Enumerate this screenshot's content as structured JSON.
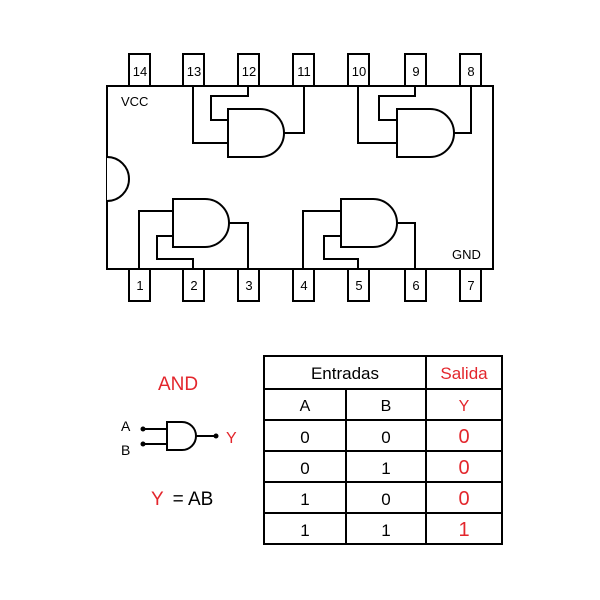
{
  "chip": {
    "vcc_label": "VCC",
    "gnd_label": "GND",
    "top_pins": [
      "14",
      "13",
      "12",
      "11",
      "10",
      "9",
      "8"
    ],
    "bottom_pins": [
      "1",
      "2",
      "3",
      "4",
      "5",
      "6",
      "7"
    ]
  },
  "gate_info": {
    "title": "AND",
    "input_a": "A",
    "input_b": "B",
    "output": "Y",
    "equation_lhs": "Y",
    "equation_rhs": "= AB"
  },
  "truth_table": {
    "header_inputs": "Entradas",
    "header_output": "Salida",
    "col_a": "A",
    "col_b": "B",
    "col_y": "Y",
    "rows": [
      {
        "a": "0",
        "b": "0",
        "y": "0"
      },
      {
        "a": "0",
        "b": "1",
        "y": "0"
      },
      {
        "a": "1",
        "b": "0",
        "y": "0"
      },
      {
        "a": "1",
        "b": "1",
        "y": "1"
      }
    ]
  },
  "colors": {
    "line": "#000000",
    "accent_red": "#e3262c",
    "background": "#ffffff"
  }
}
